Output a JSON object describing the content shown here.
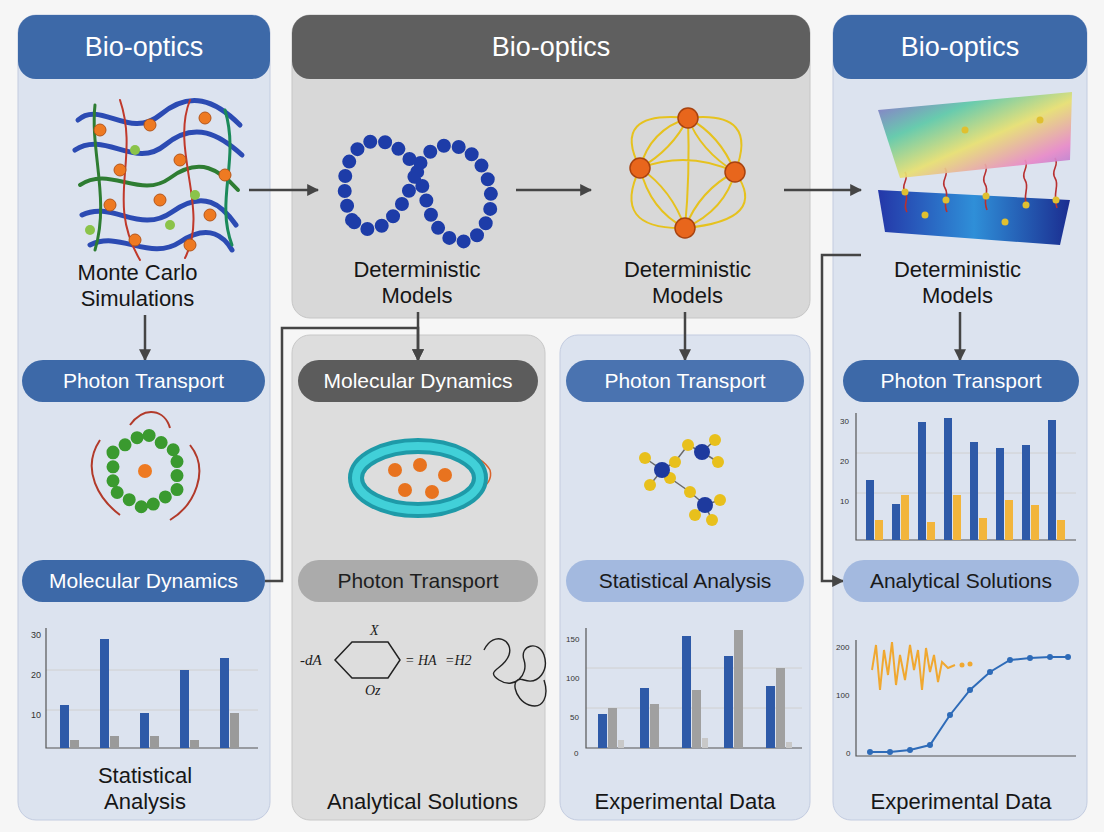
{
  "diagram": {
    "nodes": [
      {
        "text": [
          "Bio-optics"
        ]
      },
      {
        "text": [
          "Bio-optics"
        ]
      },
      {
        "text": [
          "Bio-optics"
        ]
      },
      {
        "text": [
          "Monte Carlo Simulations"
        ],
        "in": 0
      },
      {
        "text": [
          "Deterministic Models"
        ],
        "in": 1
      },
      {
        "text": [
          "Deterministic Models"
        ],
        "in": 1
      },
      {
        "text": [
          "Deterministic Models"
        ],
        "in": 2
      },
      {
        "text": [
          "Photon Transport"
        ],
        "in": 0
      },
      {
        "text": [
          "Molecular Dynamics"
        ]
      },
      {
        "text": [
          "Photon Transport"
        ]
      },
      {
        "text": [
          "Photon Transport"
        ],
        "in": 2
      },
      {
        "text": [
          "Molecular Dynamics"
        ],
        "in": 0
      },
      {
        "text": [
          "Photon Transport"
        ]
      },
      {
        "text": [
          "Statistical Analysis"
        ]
      },
      {
        "text": [
          "Analytical Solutions"
        ],
        "in": 2
      },
      {
        "text": [
          "Statistical Analysis"
        ],
        "in": 0
      },
      {
        "text": [
          "Analytical Solutions"
        ]
      },
      {
        "text": [
          "Experimental Data"
        ]
      },
      {
        "text": [
          "Experimental Data"
        ],
        "in": 2
      }
    ],
    "edges": [
      {
        "from": 3,
        "to": 4,
        "arrow": "to"
      },
      {
        "from": 4,
        "to": 5,
        "arrow": "to"
      },
      {
        "from": 5,
        "to": 6,
        "arrow": "to"
      },
      {
        "from": 3,
        "to": 7,
        "arrow": "to"
      },
      {
        "from": 4,
        "to": 8,
        "arrow": "to"
      },
      {
        "from": 11,
        "to": 8,
        "arrow": "to"
      },
      {
        "from": 5,
        "to": 9,
        "arrow": "to"
      },
      {
        "from": 6,
        "to": 10,
        "arrow": "to"
      },
      {
        "from": 6,
        "to": 14,
        "arrow": "to"
      }
    ],
    "labels": [
      "30",
      "20",
      "10",
      "-dA",
      "X",
      "= HA",
      "=H2",
      "Oz",
      "150",
      "100",
      "50",
      "0",
      "30",
      "20",
      "10",
      "200",
      "100",
      "0"
    ]
  }
}
